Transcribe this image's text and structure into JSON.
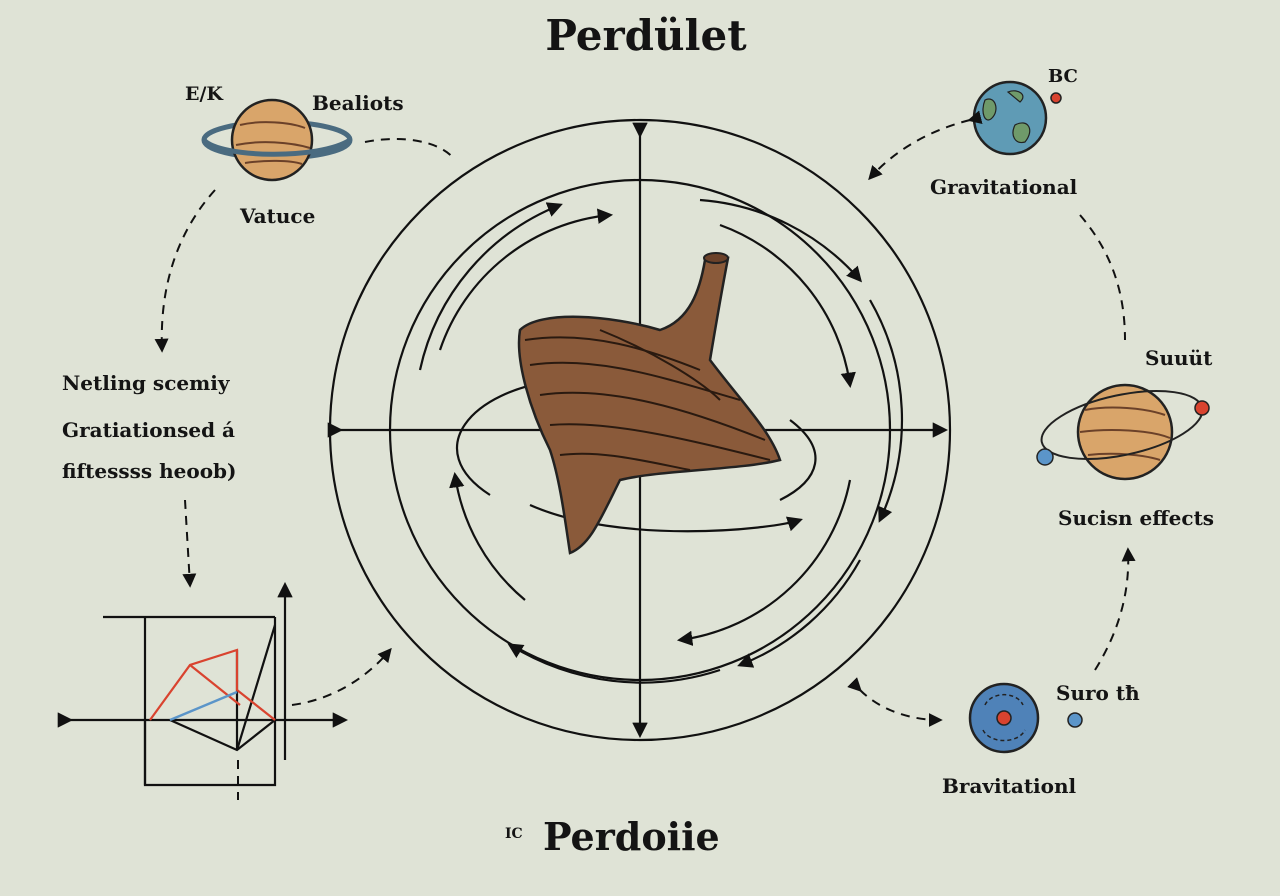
{
  "title": "Perdület",
  "top_left_planet": {
    "tag": "E/K",
    "name": "Bealiots",
    "caption": "Vatuce"
  },
  "left_notes": [
    "Netling scemiy",
    "Gratiationsed á",
    "fiftessss heoob)"
  ],
  "top_right_planet": {
    "tag": "BC",
    "caption": "Gravitational"
  },
  "right_planet": {
    "name": "Suuüt",
    "caption": "Sucisn effects"
  },
  "bottom_right_planet": {
    "name": "Suro tħ",
    "caption": "Bravitationl"
  },
  "footer": {
    "prefix": "IC",
    "text": "Perdoiie"
  },
  "colors": {
    "background": "#dfe3d6",
    "top_body": "#8a5a3a",
    "planet_tan": "#d9a56a",
    "earth_blue": "#5f9bb5",
    "red": "#d9432f",
    "blue_line": "#5b95c9"
  }
}
